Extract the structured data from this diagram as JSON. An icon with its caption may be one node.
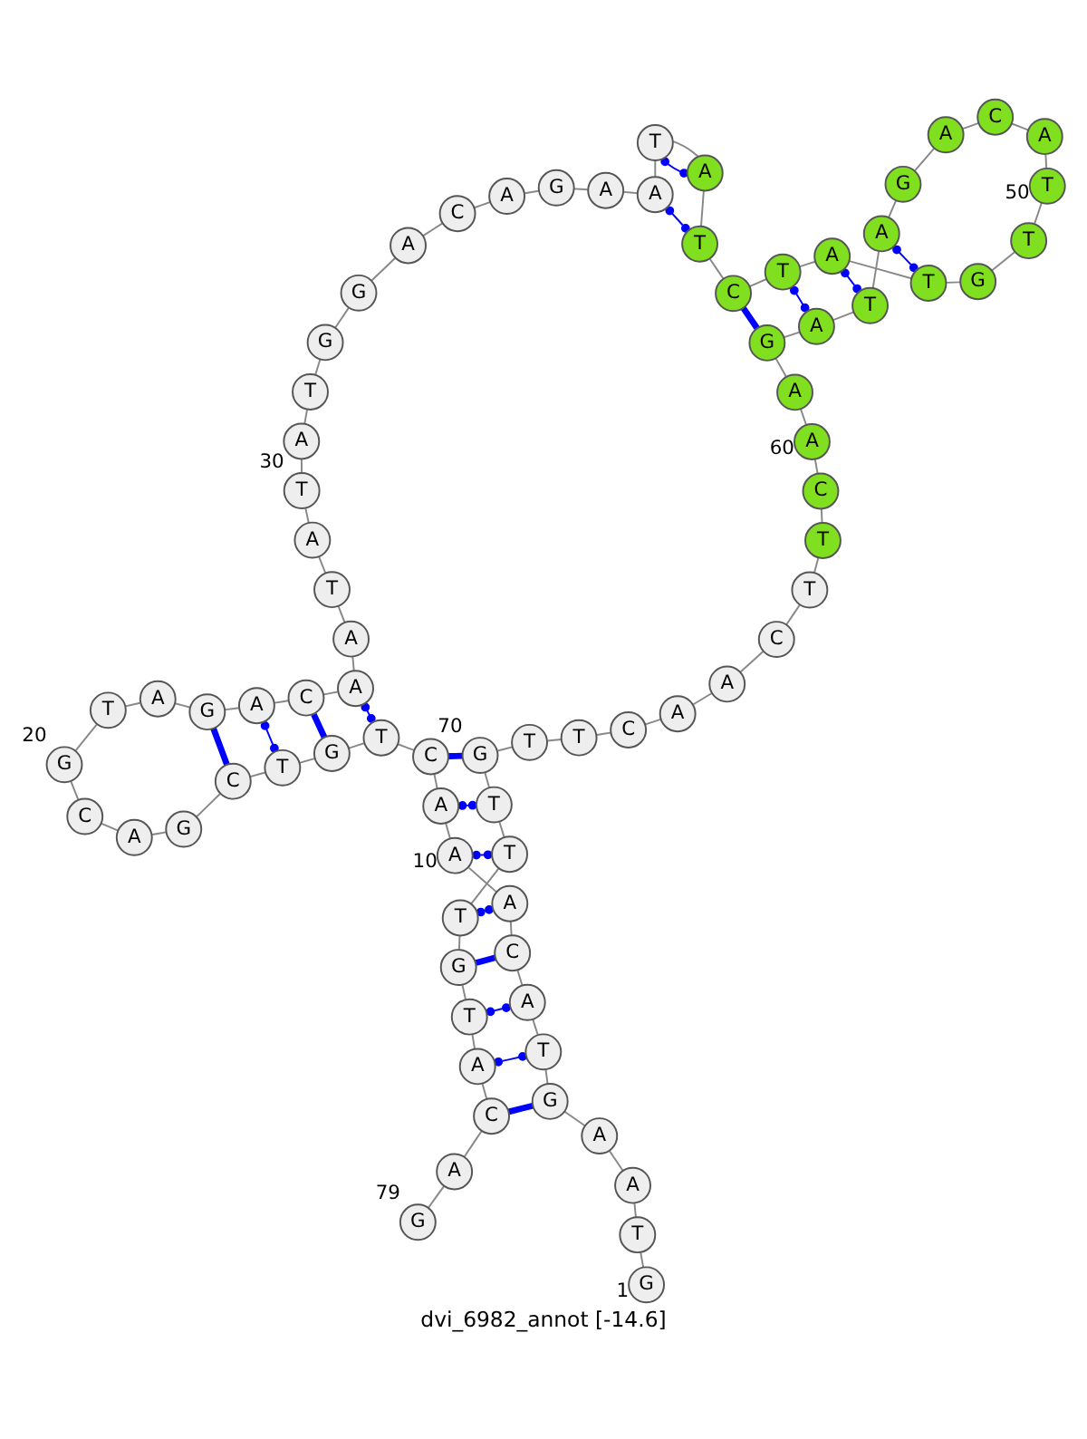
{
  "diagram": {
    "caption": "dvi_6982_annot [-14.6]",
    "nodes": [
      {
        "text": [
          "G"
        ],
        "beside": [
          "1"
        ]
      },
      {
        "text": [
          "T"
        ]
      },
      {
        "text": [
          "A"
        ]
      },
      {
        "text": [
          "A"
        ]
      },
      {
        "text": [
          "G"
        ]
      },
      {
        "text": [
          "T"
        ]
      },
      {
        "text": [
          "A"
        ]
      },
      {
        "text": [
          "C"
        ]
      },
      {
        "text": [
          "A"
        ]
      },
      {
        "text": [
          "A"
        ],
        "beside": [
          "10"
        ]
      },
      {
        "text": [
          "A"
        ]
      },
      {
        "text": [
          "C"
        ]
      },
      {
        "text": [
          "T"
        ]
      },
      {
        "text": [
          "G"
        ]
      },
      {
        "text": [
          "T"
        ]
      },
      {
        "text": [
          "C"
        ]
      },
      {
        "text": [
          "G"
        ]
      },
      {
        "text": [
          "A"
        ]
      },
      {
        "text": [
          "C"
        ]
      },
      {
        "text": [
          "G"
        ],
        "beside": [
          "20"
        ]
      },
      {
        "text": [
          "T"
        ]
      },
      {
        "text": [
          "A"
        ]
      },
      {
        "text": [
          "G"
        ]
      },
      {
        "text": [
          "A"
        ]
      },
      {
        "text": [
          "C"
        ]
      },
      {
        "text": [
          "A"
        ]
      },
      {
        "text": [
          "A"
        ]
      },
      {
        "text": [
          "T"
        ]
      },
      {
        "text": [
          "A"
        ]
      },
      {
        "text": [
          "T"
        ],
        "beside": [
          "30"
        ]
      },
      {
        "text": [
          "A"
        ]
      },
      {
        "text": [
          "T"
        ]
      },
      {
        "text": [
          "G"
        ]
      },
      {
        "text": [
          "G"
        ]
      },
      {
        "text": [
          "A"
        ]
      },
      {
        "text": [
          "C"
        ]
      },
      {
        "text": [
          "A"
        ]
      },
      {
        "text": [
          "G"
        ]
      },
      {
        "text": [
          "A"
        ]
      },
      {
        "text": [
          "A"
        ]
      },
      {
        "text": [
          "T"
        ]
      },
      {
        "text": [
          "A"
        ]
      },
      {
        "text": [
          "T"
        ]
      },
      {
        "text": [
          "C"
        ]
      },
      {
        "text": [
          "T"
        ]
      },
      {
        "text": [
          "A"
        ]
      },
      {
        "text": [
          "T"
        ]
      },
      {
        "text": [
          "G"
        ]
      },
      {
        "text": [
          "T"
        ]
      },
      {
        "text": [
          "T"
        ],
        "beside": [
          "50"
        ]
      },
      {
        "text": [
          "A"
        ]
      },
      {
        "text": [
          "C"
        ]
      },
      {
        "text": [
          "A"
        ]
      },
      {
        "text": [
          "G"
        ]
      },
      {
        "text": [
          "A"
        ]
      },
      {
        "text": [
          "T"
        ]
      },
      {
        "text": [
          "A"
        ]
      },
      {
        "text": [
          "G"
        ]
      },
      {
        "text": [
          "A"
        ]
      },
      {
        "text": [
          "A"
        ],
        "beside": [
          "60"
        ]
      },
      {
        "text": [
          "C"
        ]
      },
      {
        "text": [
          "T"
        ]
      },
      {
        "text": [
          "T"
        ]
      },
      {
        "text": [
          "C"
        ]
      },
      {
        "text": [
          "A"
        ]
      },
      {
        "text": [
          "A"
        ]
      },
      {
        "text": [
          "C"
        ]
      },
      {
        "text": [
          "T"
        ]
      },
      {
        "text": [
          "T"
        ]
      },
      {
        "text": [
          "G"
        ],
        "beside": [
          "70"
        ]
      },
      {
        "text": [
          "T"
        ]
      },
      {
        "text": [
          "T"
        ]
      },
      {
        "text": [
          "T"
        ]
      },
      {
        "text": [
          "G"
        ]
      },
      {
        "text": [
          "T"
        ]
      },
      {
        "text": [
          "A"
        ]
      },
      {
        "text": [
          "C"
        ]
      },
      {
        "text": [
          "A"
        ]
      },
      {
        "text": [
          "G"
        ],
        "beside": [
          "79"
        ]
      }
    ],
    "edges": [
      {
        "from": 0,
        "to": 1,
        "arrow": "none"
      },
      {
        "from": 1,
        "to": 2,
        "arrow": "none"
      },
      {
        "from": 2,
        "to": 3,
        "arrow": "none"
      },
      {
        "from": 3,
        "to": 4,
        "arrow": "none"
      },
      {
        "from": 4,
        "to": 5,
        "arrow": "none"
      },
      {
        "from": 5,
        "to": 6,
        "arrow": "none"
      },
      {
        "from": 6,
        "to": 7,
        "arrow": "none"
      },
      {
        "from": 7,
        "to": 8,
        "arrow": "none"
      },
      {
        "from": 8,
        "to": 9,
        "arrow": "none"
      },
      {
        "from": 9,
        "to": 10,
        "arrow": "none"
      },
      {
        "from": 10,
        "to": 11,
        "arrow": "none"
      },
      {
        "from": 11,
        "to": 12,
        "arrow": "none"
      },
      {
        "from": 12,
        "to": 13,
        "arrow": "none"
      },
      {
        "from": 13,
        "to": 14,
        "arrow": "none"
      },
      {
        "from": 14,
        "to": 15,
        "arrow": "none"
      },
      {
        "from": 15,
        "to": 16,
        "arrow": "none"
      },
      {
        "from": 16,
        "to": 17,
        "arrow": "none"
      },
      {
        "from": 17,
        "to": 18,
        "arrow": "none"
      },
      {
        "from": 18,
        "to": 19,
        "arrow": "none"
      },
      {
        "from": 19,
        "to": 20,
        "arrow": "none"
      },
      {
        "from": 20,
        "to": 21,
        "arrow": "none"
      },
      {
        "from": 21,
        "to": 22,
        "arrow": "none"
      },
      {
        "from": 22,
        "to": 23,
        "arrow": "none"
      },
      {
        "from": 23,
        "to": 24,
        "arrow": "none"
      },
      {
        "from": 24,
        "to": 25,
        "arrow": "none"
      },
      {
        "from": 25,
        "to": 26,
        "arrow": "none"
      },
      {
        "from": 26,
        "to": 27,
        "arrow": "none"
      },
      {
        "from": 27,
        "to": 28,
        "arrow": "none"
      },
      {
        "from": 28,
        "to": 29,
        "arrow": "none"
      },
      {
        "from": 29,
        "to": 30,
        "arrow": "none"
      },
      {
        "from": 30,
        "to": 31,
        "arrow": "none"
      },
      {
        "from": 31,
        "to": 32,
        "arrow": "none"
      },
      {
        "from": 32,
        "to": 33,
        "arrow": "none"
      },
      {
        "from": 33,
        "to": 34,
        "arrow": "none"
      },
      {
        "from": 34,
        "to": 35,
        "arrow": "none"
      },
      {
        "from": 35,
        "to": 36,
        "arrow": "none"
      },
      {
        "from": 36,
        "to": 37,
        "arrow": "none"
      },
      {
        "from": 37,
        "to": 38,
        "arrow": "none"
      },
      {
        "from": 38,
        "to": 39,
        "arrow": "none"
      },
      {
        "from": 39,
        "to": 40,
        "arrow": "none"
      },
      {
        "from": 40,
        "to": 41,
        "arrow": "none"
      },
      {
        "from": 41,
        "to": 42,
        "arrow": "none"
      },
      {
        "from": 42,
        "to": 43,
        "arrow": "none"
      },
      {
        "from": 43,
        "to": 44,
        "arrow": "none"
      },
      {
        "from": 44,
        "to": 45,
        "arrow": "none"
      },
      {
        "from": 45,
        "to": 46,
        "arrow": "none"
      },
      {
        "from": 46,
        "to": 47,
        "arrow": "none"
      },
      {
        "from": 47,
        "to": 48,
        "arrow": "none"
      },
      {
        "from": 48,
        "to": 49,
        "arrow": "none"
      },
      {
        "from": 49,
        "to": 50,
        "arrow": "none"
      },
      {
        "from": 50,
        "to": 51,
        "arrow": "none"
      },
      {
        "from": 51,
        "to": 52,
        "arrow": "none"
      },
      {
        "from": 52,
        "to": 53,
        "arrow": "none"
      },
      {
        "from": 53,
        "to": 54,
        "arrow": "none"
      },
      {
        "from": 54,
        "to": 55,
        "arrow": "none"
      },
      {
        "from": 55,
        "to": 56,
        "arrow": "none"
      },
      {
        "from": 56,
        "to": 57,
        "arrow": "none"
      },
      {
        "from": 57,
        "to": 58,
        "arrow": "none"
      },
      {
        "from": 58,
        "to": 59,
        "arrow": "none"
      },
      {
        "from": 59,
        "to": 60,
        "arrow": "none"
      },
      {
        "from": 60,
        "to": 61,
        "arrow": "none"
      },
      {
        "from": 61,
        "to": 62,
        "arrow": "none"
      },
      {
        "from": 62,
        "to": 63,
        "arrow": "none"
      },
      {
        "from": 63,
        "to": 64,
        "arrow": "none"
      },
      {
        "from": 64,
        "to": 65,
        "arrow": "none"
      },
      {
        "from": 65,
        "to": 66,
        "arrow": "none"
      },
      {
        "from": 66,
        "to": 67,
        "arrow": "none"
      },
      {
        "from": 67,
        "to": 68,
        "arrow": "none"
      },
      {
        "from": 68,
        "to": 69,
        "arrow": "none"
      },
      {
        "from": 69,
        "to": 70,
        "arrow": "none"
      },
      {
        "from": 70,
        "to": 71,
        "arrow": "none"
      },
      {
        "from": 71,
        "to": 72,
        "arrow": "none"
      },
      {
        "from": 72,
        "to": 73,
        "arrow": "none"
      },
      {
        "from": 73,
        "to": 74,
        "arrow": "none"
      },
      {
        "from": 74,
        "to": 75,
        "arrow": "none"
      },
      {
        "from": 75,
        "to": 76,
        "arrow": "none"
      },
      {
        "from": 76,
        "to": 77,
        "arrow": "none"
      },
      {
        "from": 77,
        "to": 78,
        "arrow": "none"
      },
      {
        "from": 4,
        "to": 76,
        "arrow": "none",
        "style": "thick",
        "color": "#0000ff"
      },
      {
        "from": 5,
        "to": 75,
        "arrow": "other",
        "color": "#0000ff"
      },
      {
        "from": 6,
        "to": 74,
        "arrow": "other",
        "color": "#0000ff"
      },
      {
        "from": 7,
        "to": 73,
        "arrow": "none",
        "style": "thick",
        "color": "#0000ff"
      },
      {
        "from": 8,
        "to": 72,
        "arrow": "other",
        "color": "#0000ff"
      },
      {
        "from": 9,
        "to": 71,
        "arrow": "other",
        "color": "#0000ff"
      },
      {
        "from": 10,
        "to": 70,
        "arrow": "other",
        "color": "#0000ff"
      },
      {
        "from": 11,
        "to": 69,
        "arrow": "none",
        "style": "thick",
        "color": "#0000ff"
      },
      {
        "from": 12,
        "to": 25,
        "arrow": "other",
        "color": "#0000ff"
      },
      {
        "from": 13,
        "to": 24,
        "arrow": "none",
        "style": "thick",
        "color": "#0000ff"
      },
      {
        "from": 14,
        "to": 23,
        "arrow": "other",
        "color": "#0000ff"
      },
      {
        "from": 15,
        "to": 22,
        "arrow": "none",
        "style": "thick",
        "color": "#0000ff"
      },
      {
        "from": 39,
        "to": 42,
        "arrow": "other",
        "color": "#0000ff"
      },
      {
        "from": 40,
        "to": 41,
        "arrow": "other",
        "color": "#0000ff"
      },
      {
        "from": 43,
        "to": 57,
        "arrow": "none",
        "style": "thick",
        "color": "#0000ff"
      },
      {
        "from": 44,
        "to": 56,
        "arrow": "other",
        "color": "#0000ff"
      },
      {
        "from": 45,
        "to": 55,
        "arrow": "other",
        "color": "#0000ff"
      },
      {
        "from": 46,
        "to": 54,
        "arrow": "other",
        "color": "#0000ff"
      }
    ]
  }
}
